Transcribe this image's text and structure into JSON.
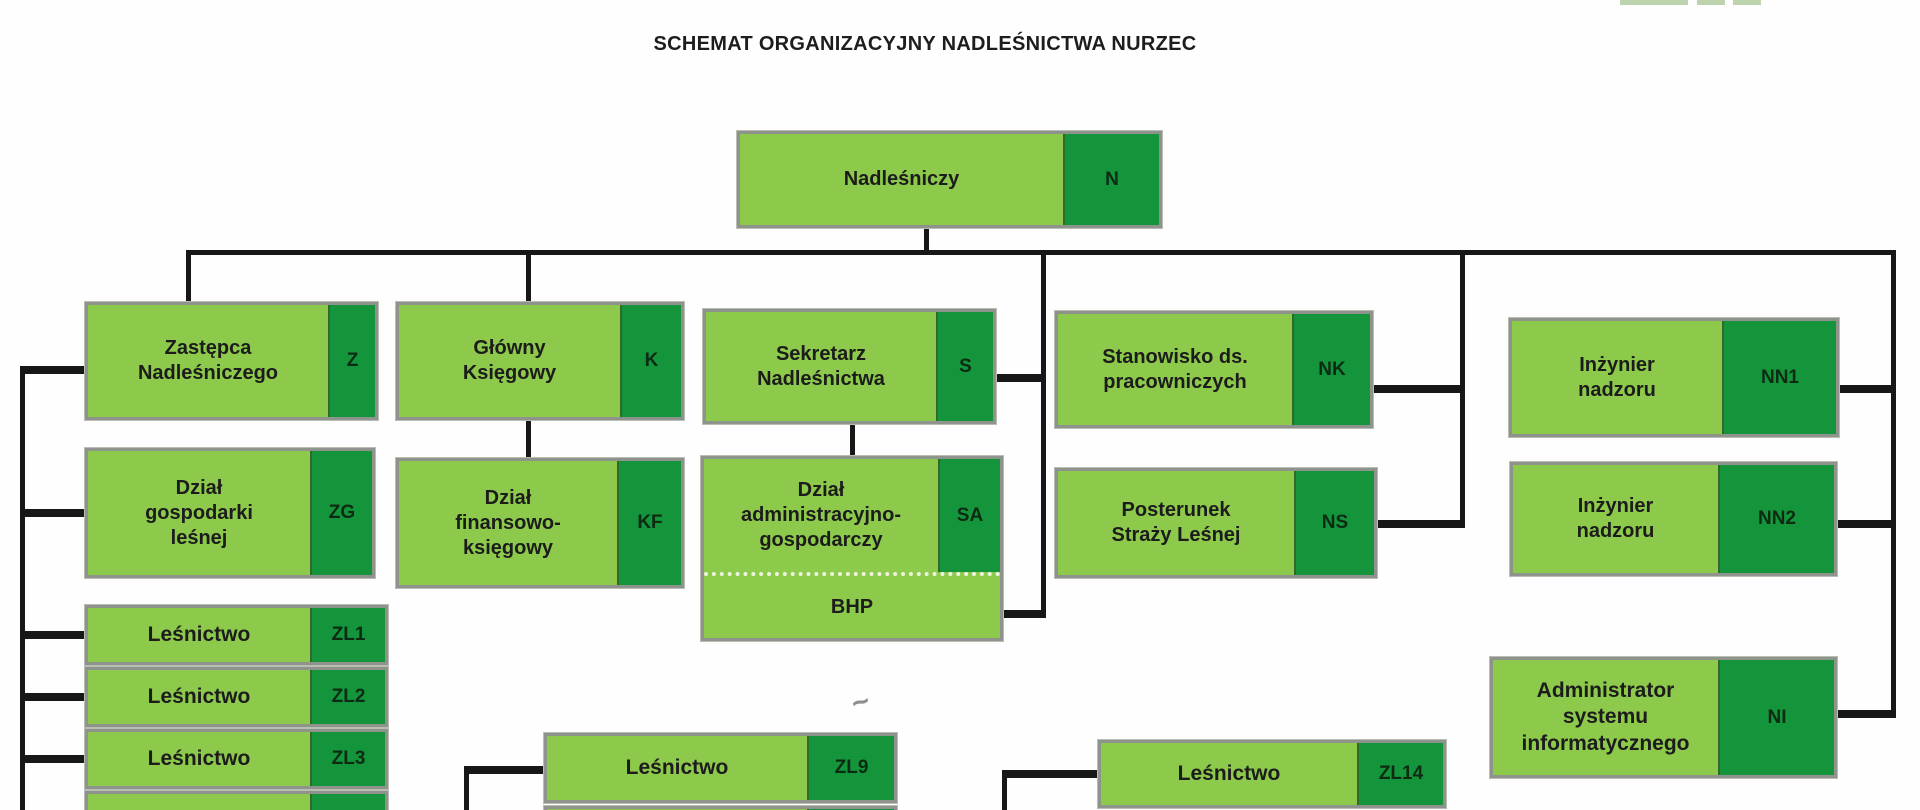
{
  "title": "SCHEMAT ORGANIZACYJNY NADLEŚNICTWA NURZEC",
  "artifact_tilde": "~",
  "colors": {
    "box_light_green": "#8dc94a",
    "box_dark_green": "#14953c",
    "box_border_gray": "#8e938b",
    "connector_black": "#171717",
    "text_color": "#1c1c1c"
  },
  "nodes": {
    "nadlesniczy": {
      "label": "Nadleśniczy",
      "code": "N"
    },
    "zastepca": {
      "label": "Zastępca\nNadleśniczego",
      "code": "Z"
    },
    "glowny_ksiegowy": {
      "label": "Główny\nKsięgowy",
      "code": "K"
    },
    "sekretarz": {
      "label": "Sekretarz\nNadleśnictwa",
      "code": "S"
    },
    "stanowisko_pracownicze": {
      "label": "Stanowisko ds.\npracowniczych",
      "code": "NK"
    },
    "inzynier_nadzoru_1": {
      "label": "Inżynier\nnadzoru",
      "code": "NN1"
    },
    "dzial_gospodarki": {
      "label": "Dział\ngospodarki\nleśnej",
      "code": "ZG"
    },
    "dzial_finansowo": {
      "label": "Dział\nfinansowo-\nksięgowy",
      "code": "KF"
    },
    "dzial_administracyjny": {
      "label": "Dział\nadministracyjno-\ngospodarczy",
      "code": "SA",
      "sub_label": "BHP"
    },
    "posterunek": {
      "label": "Posterunek\nStraży Leśnej",
      "code": "NS"
    },
    "inzynier_nadzoru_2": {
      "label": "Inżynier\nnadzoru",
      "code": "NN2"
    },
    "lesnictwo_zl1": {
      "label": "Leśnictwo",
      "code": "ZL1"
    },
    "lesnictwo_zl2": {
      "label": "Leśnictwo",
      "code": "ZL2"
    },
    "lesnictwo_zl3": {
      "label": "Leśnictwo",
      "code": "ZL3"
    },
    "lesnictwo_zl9": {
      "label": "Leśnictwo",
      "code": "ZL9"
    },
    "lesnictwo_zl14": {
      "label": "Leśnictwo",
      "code": "ZL14"
    },
    "administrator": {
      "label": "Administrator\nsystemu\ninformatycznego",
      "code": "NI"
    }
  }
}
